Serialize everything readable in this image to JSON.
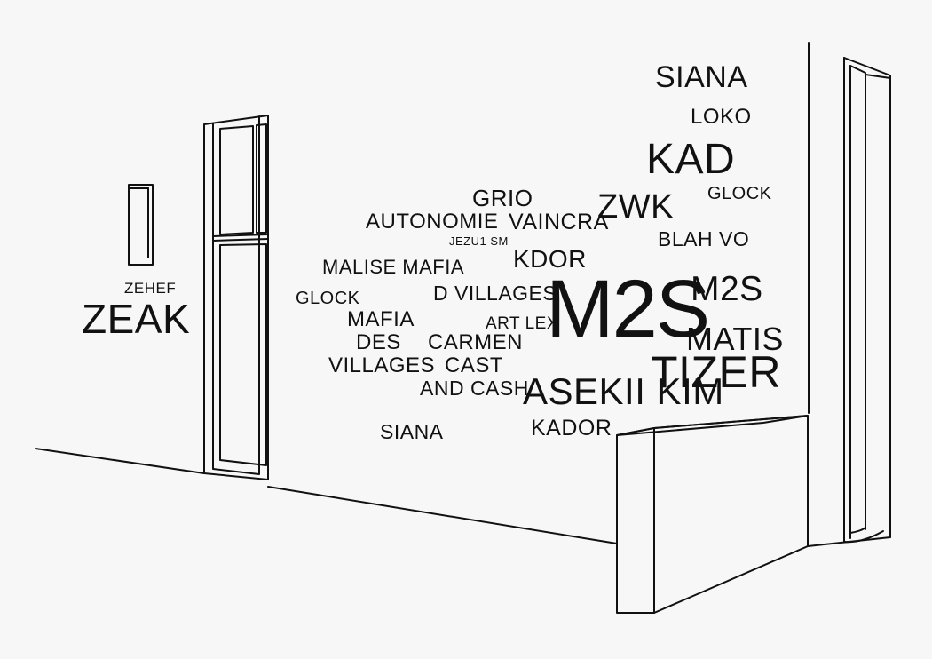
{
  "colors": {
    "background": "#f7f7f7",
    "ink": "#111111"
  },
  "wall_tags": {
    "zehef": "ZEHEF",
    "zeak": "ZEAK",
    "siana_top": "SIANA",
    "loko": "LOKO",
    "kad": "KAD",
    "glock_right": "GLOCK",
    "grio": "GRIO",
    "zwk": "ZWK",
    "autonomie": "AUTONOMIE",
    "vaincra": "VAINCRA",
    "jezu1_sm": "JEZU1 SM",
    "blah_vo": "BLAH VO",
    "kdor": "KDOR",
    "malise_mafia": "MALISE MAFIA",
    "m2s_small": "M2S",
    "d_villages": "D VILLAGES",
    "m2s_big": "M2S",
    "glock_left": "GLOCK",
    "mafia": "MAFIA",
    "art_lex": "ART LEX",
    "matis": "MATIS",
    "des": "DES",
    "carmen": "CARMEN",
    "tizer": "TIZER",
    "villages": "VILLAGES",
    "cast": "CAST",
    "and_cash": "AND CASH",
    "asekii_kim": "ASEKII KIM",
    "siana_bottom": "SIANA",
    "kador": "KADOR"
  }
}
